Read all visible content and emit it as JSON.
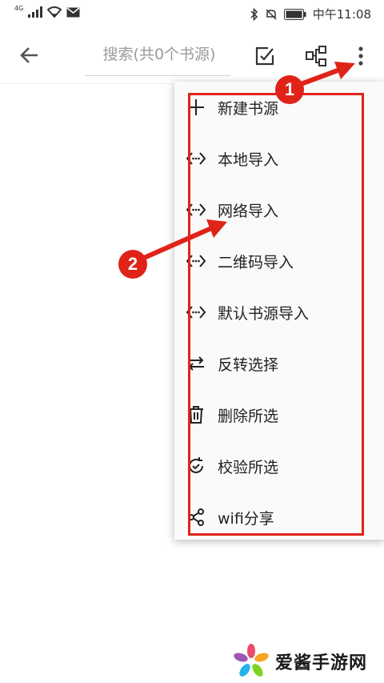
{
  "status_bar": {
    "network": "4G",
    "time": "中午11:08"
  },
  "toolbar": {
    "search_placeholder": "搜索(共0个书源)"
  },
  "menu": {
    "items": [
      {
        "label": "新建书源",
        "icon": "plus-icon"
      },
      {
        "label": "本地导入",
        "icon": "import-icon"
      },
      {
        "label": "网络导入",
        "icon": "import-icon"
      },
      {
        "label": "二维码导入",
        "icon": "import-icon"
      },
      {
        "label": "默认书源导入",
        "icon": "import-icon"
      },
      {
        "label": "反转选择",
        "icon": "swap-icon"
      },
      {
        "label": "删除所选",
        "icon": "trash-icon"
      },
      {
        "label": "校验所选",
        "icon": "check-sync-icon"
      },
      {
        "label": "wifi分享",
        "icon": "share-icon"
      }
    ]
  },
  "annotations": {
    "badge_1": "1",
    "badge_2": "2",
    "accent_color": "#e02318"
  },
  "watermark": {
    "text": "爱酱手游网"
  }
}
